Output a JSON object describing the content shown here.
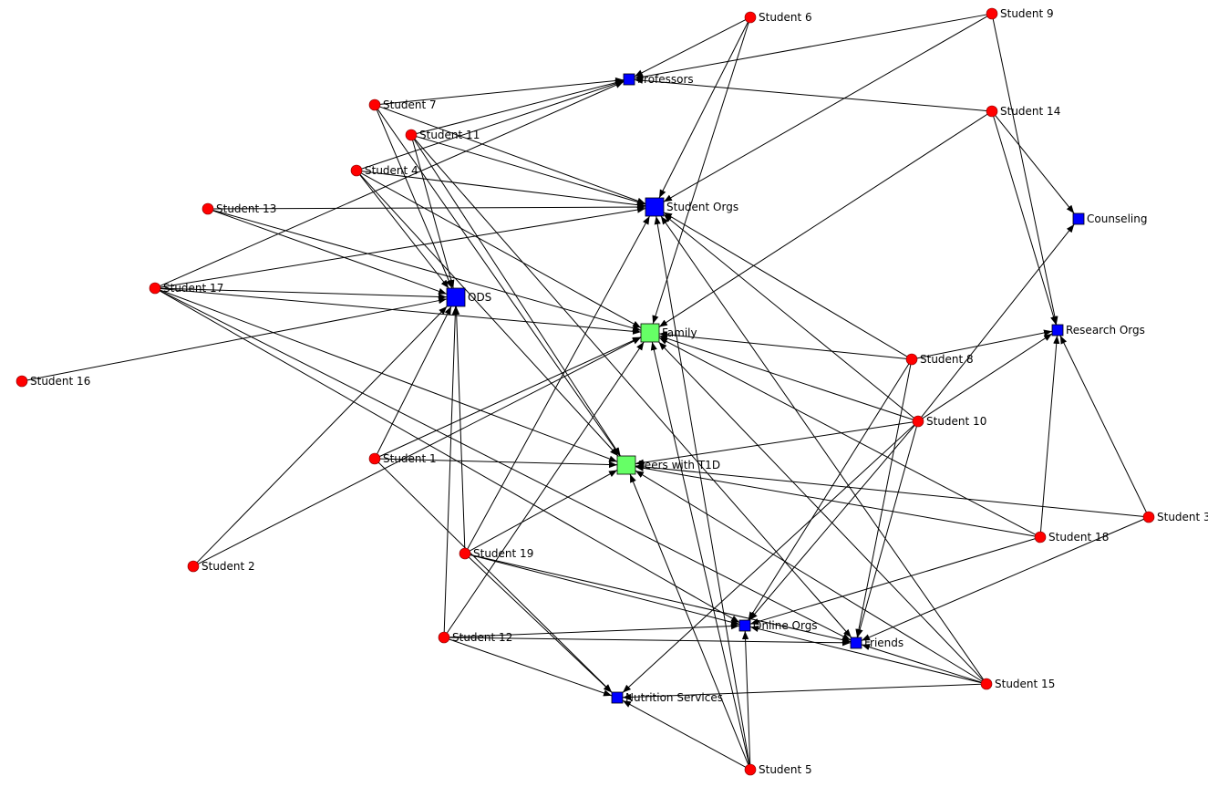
{
  "colors": {
    "student": "#ff0000",
    "resource_blue": "#0000ff",
    "resource_green": "#66ff66",
    "edge": "#000000"
  },
  "nodes": [
    {
      "id": "s1",
      "label": "Student 1",
      "kind": "student"
    },
    {
      "id": "s2",
      "label": "Student 2",
      "kind": "student"
    },
    {
      "id": "s3",
      "label": "Student 3",
      "kind": "student"
    },
    {
      "id": "s4",
      "label": "Student 4",
      "kind": "student"
    },
    {
      "id": "s5",
      "label": "Student 5",
      "kind": "student"
    },
    {
      "id": "s6",
      "label": "Student 6",
      "kind": "student"
    },
    {
      "id": "s7",
      "label": "Student 7",
      "kind": "student"
    },
    {
      "id": "s8",
      "label": "Student 8",
      "kind": "student"
    },
    {
      "id": "s9",
      "label": "Student 9",
      "kind": "student"
    },
    {
      "id": "s10",
      "label": "Student 10",
      "kind": "student"
    },
    {
      "id": "s11",
      "label": "Student 11",
      "kind": "student"
    },
    {
      "id": "s12",
      "label": "Student 12",
      "kind": "student"
    },
    {
      "id": "s13",
      "label": "Student 13",
      "kind": "student"
    },
    {
      "id": "s14",
      "label": "Student 14",
      "kind": "student"
    },
    {
      "id": "s15",
      "label": "Student 15",
      "kind": "student"
    },
    {
      "id": "s16",
      "label": "Student 16",
      "kind": "student"
    },
    {
      "id": "s17",
      "label": "Student 17",
      "kind": "student"
    },
    {
      "id": "s18",
      "label": "Student 18",
      "kind": "student"
    },
    {
      "id": "s19",
      "label": "Student 19",
      "kind": "student"
    },
    {
      "id": "prof",
      "label": "Professors",
      "kind": "resource_blue"
    },
    {
      "id": "sorgs",
      "label": "Student Orgs",
      "kind": "resource_blue"
    },
    {
      "id": "couns",
      "label": "Counseling",
      "kind": "resource_blue"
    },
    {
      "id": "ods",
      "label": "ODS",
      "kind": "resource_blue"
    },
    {
      "id": "family",
      "label": "Family",
      "kind": "resource_green"
    },
    {
      "id": "rorgs",
      "label": "Research Orgs",
      "kind": "resource_blue"
    },
    {
      "id": "peers",
      "label": "Peers with T1D",
      "kind": "resource_green"
    },
    {
      "id": "oorgs",
      "label": "Online Orgs",
      "kind": "resource_blue"
    },
    {
      "id": "friends",
      "label": "Friends",
      "kind": "resource_blue"
    },
    {
      "id": "nutri",
      "label": "Nutrition Services",
      "kind": "resource_blue"
    }
  ],
  "edges": [
    [
      "s6",
      "prof"
    ],
    [
      "s6",
      "sorgs"
    ],
    [
      "s6",
      "family"
    ],
    [
      "s9",
      "prof"
    ],
    [
      "s9",
      "sorgs"
    ],
    [
      "s9",
      "rorgs"
    ],
    [
      "s7",
      "prof"
    ],
    [
      "s7",
      "sorgs"
    ],
    [
      "s7",
      "ods"
    ],
    [
      "s7",
      "peers"
    ],
    [
      "s11",
      "prof"
    ],
    [
      "s11",
      "sorgs"
    ],
    [
      "s11",
      "ods"
    ],
    [
      "s11",
      "peers"
    ],
    [
      "s11",
      "friends"
    ],
    [
      "s4",
      "prof"
    ],
    [
      "s4",
      "sorgs"
    ],
    [
      "s4",
      "ods"
    ],
    [
      "s4",
      "family"
    ],
    [
      "s4",
      "peers"
    ],
    [
      "s13",
      "sorgs"
    ],
    [
      "s13",
      "ods"
    ],
    [
      "s13",
      "family"
    ],
    [
      "s17",
      "prof"
    ],
    [
      "s17",
      "sorgs"
    ],
    [
      "s17",
      "ods"
    ],
    [
      "s17",
      "family"
    ],
    [
      "s17",
      "peers"
    ],
    [
      "s17",
      "oorgs"
    ],
    [
      "s17",
      "friends"
    ],
    [
      "s16",
      "ods"
    ],
    [
      "s1",
      "ods"
    ],
    [
      "s1",
      "family"
    ],
    [
      "s1",
      "peers"
    ],
    [
      "s1",
      "nutri"
    ],
    [
      "s2",
      "ods"
    ],
    [
      "s2",
      "family"
    ],
    [
      "s19",
      "ods"
    ],
    [
      "s19",
      "sorgs"
    ],
    [
      "s19",
      "peers"
    ],
    [
      "s19",
      "oorgs"
    ],
    [
      "s19",
      "friends"
    ],
    [
      "s19",
      "nutri"
    ],
    [
      "s12",
      "ods"
    ],
    [
      "s12",
      "family"
    ],
    [
      "s12",
      "oorgs"
    ],
    [
      "s12",
      "friends"
    ],
    [
      "s12",
      "nutri"
    ],
    [
      "s14",
      "prof"
    ],
    [
      "s14",
      "family"
    ],
    [
      "s14",
      "couns"
    ],
    [
      "s14",
      "rorgs"
    ],
    [
      "s8",
      "family"
    ],
    [
      "s8",
      "sorgs"
    ],
    [
      "s8",
      "rorgs"
    ],
    [
      "s8",
      "oorgs"
    ],
    [
      "s8",
      "friends"
    ],
    [
      "s10",
      "family"
    ],
    [
      "s10",
      "peers"
    ],
    [
      "s10",
      "couns"
    ],
    [
      "s10",
      "rorgs"
    ],
    [
      "s10",
      "oorgs"
    ],
    [
      "s10",
      "friends"
    ],
    [
      "s10",
      "nutri"
    ],
    [
      "s10",
      "sorgs"
    ],
    [
      "s18",
      "family"
    ],
    [
      "s18",
      "peers"
    ],
    [
      "s18",
      "oorgs"
    ],
    [
      "s18",
      "rorgs"
    ],
    [
      "s3",
      "peers"
    ],
    [
      "s3",
      "rorgs"
    ],
    [
      "s3",
      "friends"
    ],
    [
      "s15",
      "sorgs"
    ],
    [
      "s15",
      "peers"
    ],
    [
      "s15",
      "oorgs"
    ],
    [
      "s15",
      "friends"
    ],
    [
      "s15",
      "nutri"
    ],
    [
      "s15",
      "family"
    ],
    [
      "s5",
      "peers"
    ],
    [
      "s5",
      "family"
    ],
    [
      "s5",
      "oorgs"
    ],
    [
      "s5",
      "nutri"
    ],
    [
      "s5",
      "sorgs"
    ]
  ]
}
